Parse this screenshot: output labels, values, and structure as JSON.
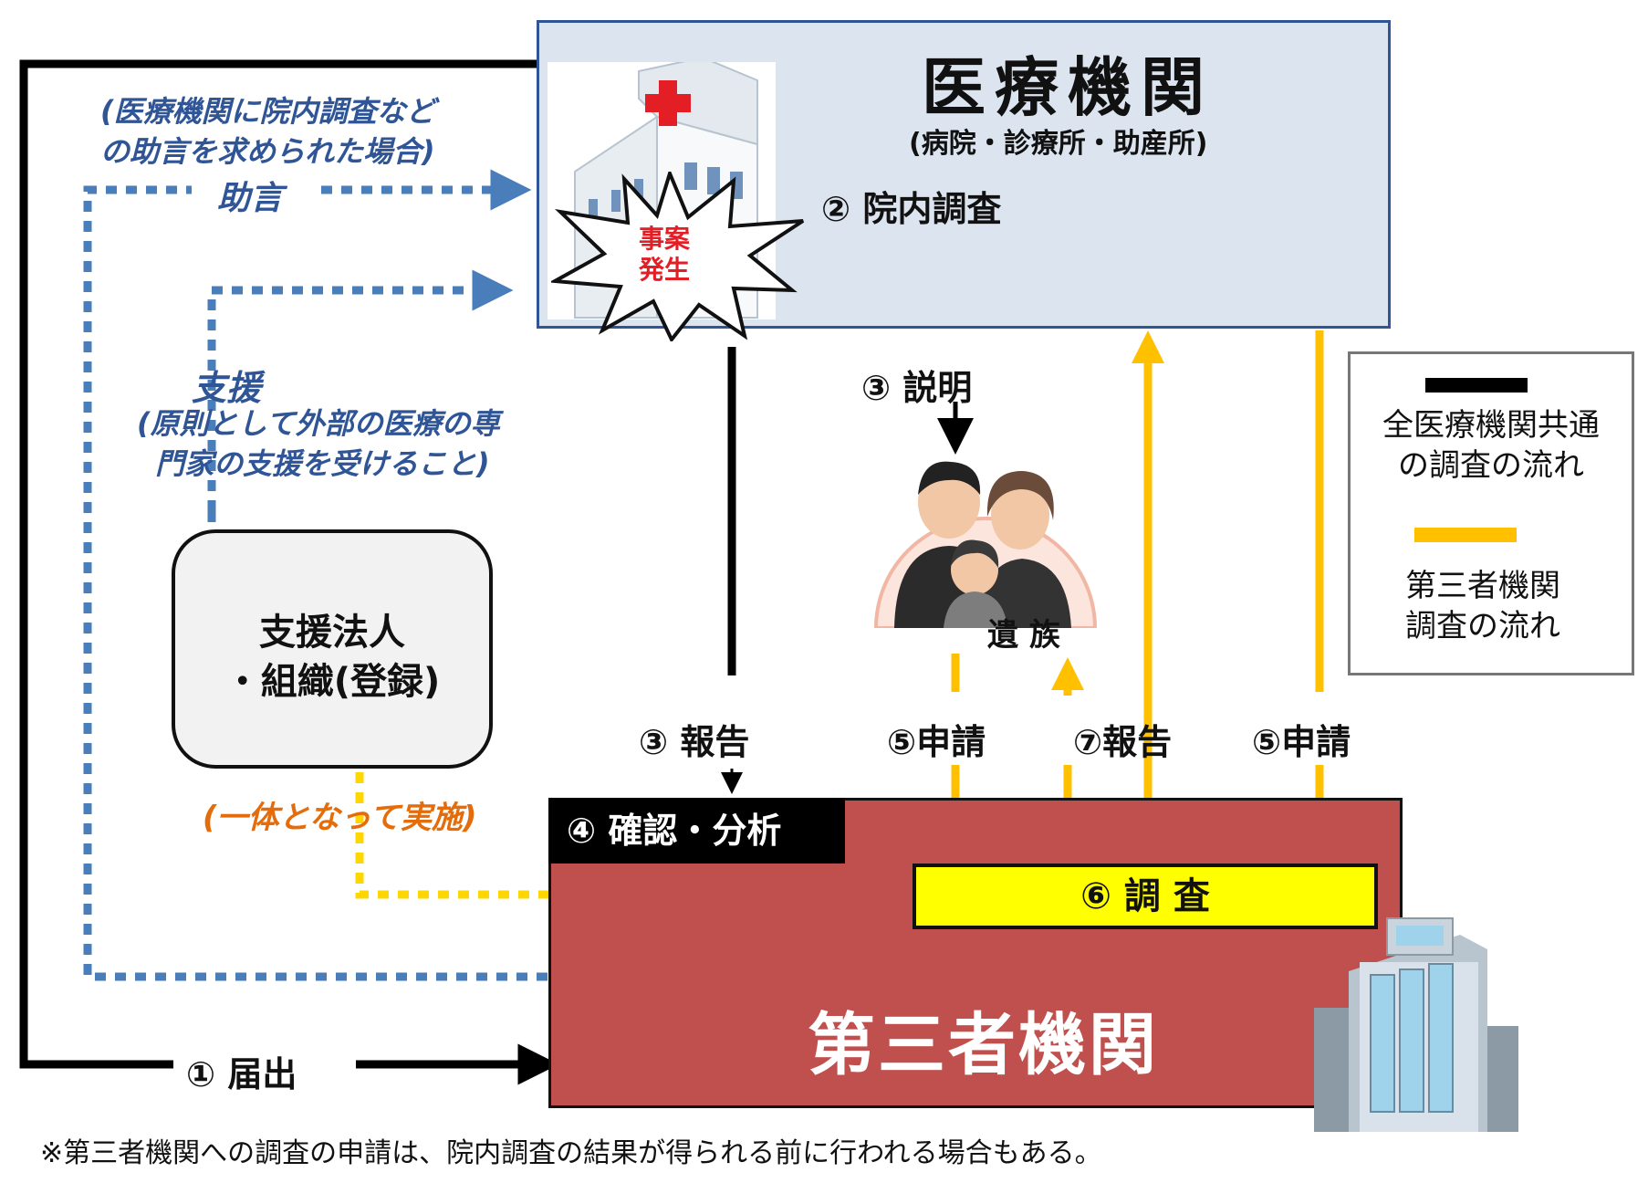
{
  "medical": {
    "title": "医療機関",
    "subtitle": "(病院・診療所・助産所)",
    "step2": "② 院内調査",
    "incident": [
      "事案",
      "発生"
    ]
  },
  "advice": {
    "condition_line1": "(医療機関に院内調査など",
    "condition_line2": "の助言を求められた場合)",
    "label": "助言"
  },
  "support": {
    "label": "支援",
    "note_line1": "(原則として外部の医療の専",
    "note_line2": "門家の支援を受けること)",
    "body_line1": "支援法人",
    "body_line2": "・組織(登録)",
    "together": "(一体となって実施)"
  },
  "explain": {
    "label": "③ 説明"
  },
  "family": {
    "label": "遺 族"
  },
  "report3": {
    "label": "③ 報告"
  },
  "apply5_family": {
    "label": "⑤申請"
  },
  "report7": {
    "label": "⑦報告"
  },
  "apply5_med": {
    "label": "⑤申請"
  },
  "notification": {
    "label": "① 届出"
  },
  "third_party": {
    "title": "第三者機関",
    "step4": "④ 確認・分析",
    "step6": "⑥ 調 査"
  },
  "legend": {
    "common_line1": "全医療機関共通",
    "common_line2": "の調査の流れ",
    "third_line1": "第三者機関",
    "third_line2": "調査の流れ",
    "black": "#000000",
    "yellow": "#ffc000"
  },
  "footnote": "※第三者機関への調査の申請は、院内調査の結果が得られる前に行われる場合もある。"
}
